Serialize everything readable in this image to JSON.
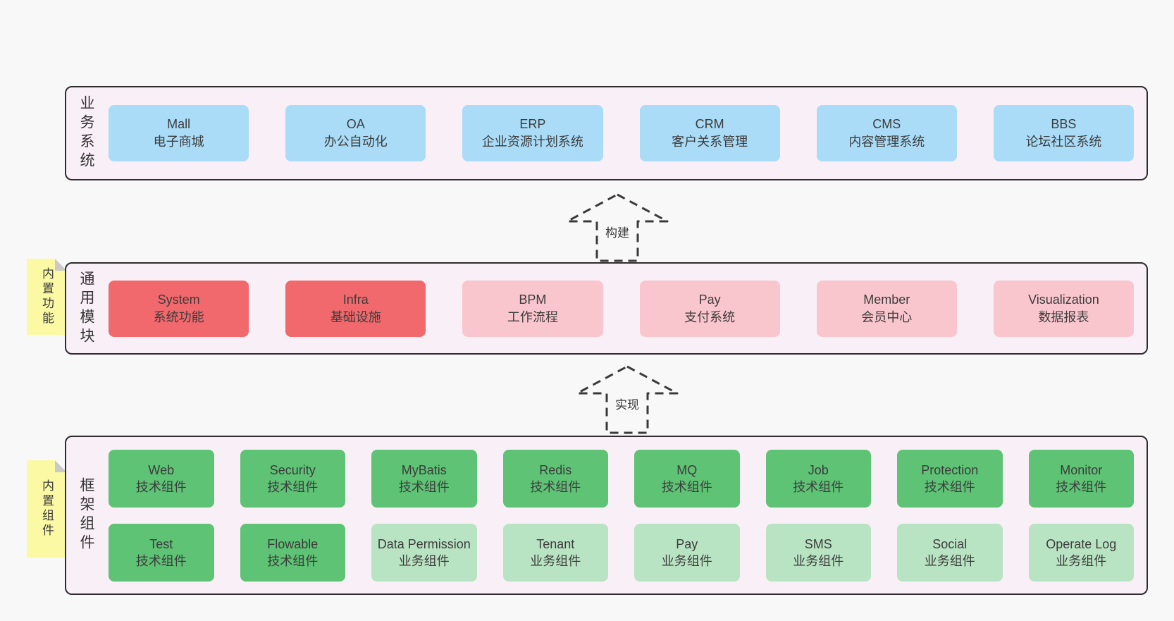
{
  "colors": {
    "background": "#f8f8f8",
    "container_fill": "#f9eff7",
    "container_border": "#2d2d2d",
    "blue": "#aadcf7",
    "red": "#f1696c",
    "pink": "#fac6cd",
    "green": "#5ec375",
    "light_green": "#b9e4c3",
    "sticky_yellow": "#fbf9a3",
    "sticky_fold": "#c9c9c9",
    "text": "#3c3c3c"
  },
  "arrows": [
    {
      "label": "构建"
    },
    {
      "label": "实现"
    }
  ],
  "tiers": [
    {
      "id": "business-systems",
      "label": "业务系统",
      "sticky": null,
      "rows": [
        [
          {
            "name": "Mall",
            "desc": "电子商城",
            "variant": "blue"
          },
          {
            "name": "OA",
            "desc": "办公自动化",
            "variant": "blue"
          },
          {
            "name": "ERP",
            "desc": "企业资源计划系统",
            "variant": "blue"
          },
          {
            "name": "CRM",
            "desc": "客户关系管理",
            "variant": "blue"
          },
          {
            "name": "CMS",
            "desc": "内容管理系统",
            "variant": "blue"
          },
          {
            "name": "BBS",
            "desc": "论坛社区系统",
            "variant": "blue"
          }
        ]
      ]
    },
    {
      "id": "common-modules",
      "label": "通用模块",
      "sticky": "内置功能",
      "rows": [
        [
          {
            "name": "System",
            "desc": "系统功能",
            "variant": "red"
          },
          {
            "name": "Infra",
            "desc": "基础设施",
            "variant": "red"
          },
          {
            "name": "BPM",
            "desc": "工作流程",
            "variant": "pink"
          },
          {
            "name": "Pay",
            "desc": "支付系统",
            "variant": "pink"
          },
          {
            "name": "Member",
            "desc": "会员中心",
            "variant": "pink"
          },
          {
            "name": "Visualization",
            "desc": "数据报表",
            "variant": "pink"
          }
        ]
      ]
    },
    {
      "id": "framework-components",
      "label": "框架组件",
      "sticky": "内置组件",
      "rows": [
        [
          {
            "name": "Web",
            "desc": "技术组件",
            "variant": "green"
          },
          {
            "name": "Security",
            "desc": "技术组件",
            "variant": "green"
          },
          {
            "name": "MyBatis",
            "desc": "技术组件",
            "variant": "green"
          },
          {
            "name": "Redis",
            "desc": "技术组件",
            "variant": "green"
          },
          {
            "name": "MQ",
            "desc": "技术组件",
            "variant": "green"
          },
          {
            "name": "Job",
            "desc": "技术组件",
            "variant": "green"
          },
          {
            "name": "Protection",
            "desc": "技术组件",
            "variant": "green"
          },
          {
            "name": "Monitor",
            "desc": "技术组件",
            "variant": "green"
          }
        ],
        [
          {
            "name": "Test",
            "desc": "技术组件",
            "variant": "green"
          },
          {
            "name": "Flowable",
            "desc": "技术组件",
            "variant": "green"
          },
          {
            "name": "Data Permission",
            "desc": "业务组件",
            "variant": "light-green"
          },
          {
            "name": "Tenant",
            "desc": "业务组件",
            "variant": "light-green"
          },
          {
            "name": "Pay",
            "desc": "业务组件",
            "variant": "light-green"
          },
          {
            "name": "SMS",
            "desc": "业务组件",
            "variant": "light-green"
          },
          {
            "name": "Social",
            "desc": "业务组件",
            "variant": "light-green"
          },
          {
            "name": "Operate Log",
            "desc": "业务组件",
            "variant": "light-green"
          }
        ]
      ]
    }
  ]
}
